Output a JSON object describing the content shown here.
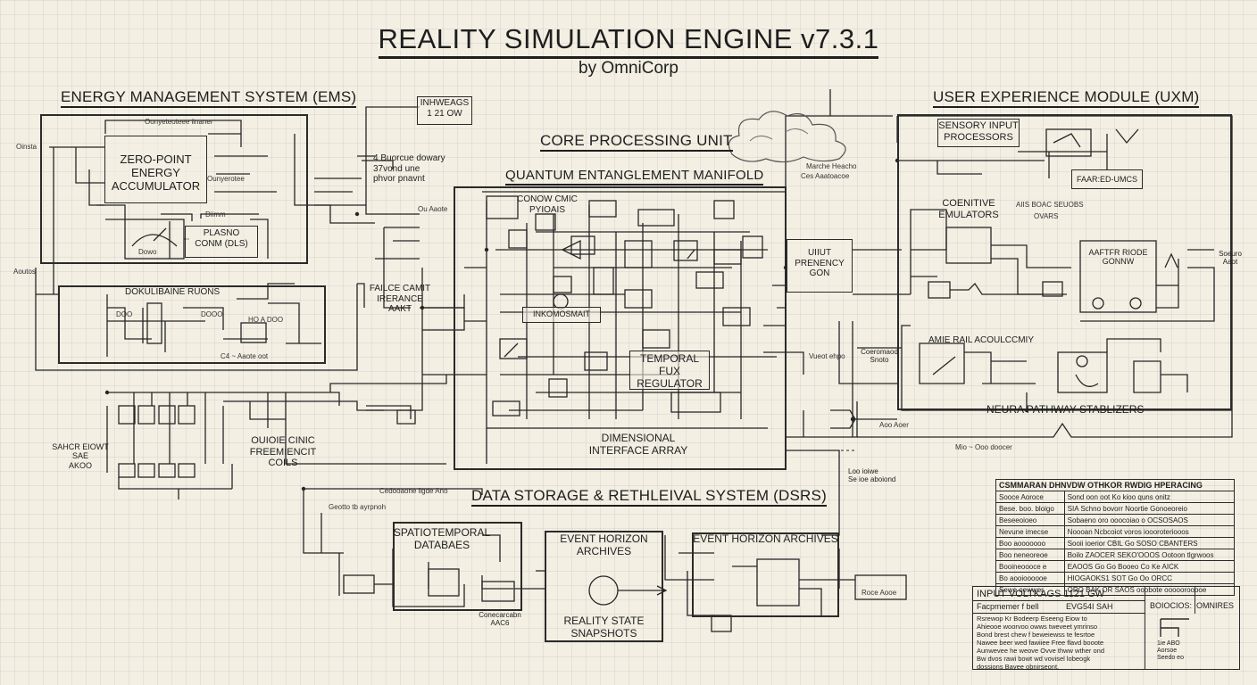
{
  "title": "REALITY SIMULATION ENGINE  v7.3.1",
  "subtitle": "by OmniCorp",
  "sections": {
    "ems": "ENERGY MANAGEMENT SYSTEM (EMS)",
    "uxm": "USER EXPERIENCE MODULE (UXM)",
    "cpu": "CORE PROCESSING UNIT",
    "qem": "QUANTUM ENTANGLEMENT MANIFOLD",
    "dsrs": "DATA STORAGE & RETHLEIVAL SYSTEM (DSRS)"
  },
  "components": {
    "zero_point": "ZERO-POINT\nENERGY\nACCUMULATOR",
    "plasma": "PLASNO\nCONM (DLS)",
    "input_voltage_box": "INHWEAGS\n1 21 OW",
    "input_note": "4 Buorcue dowary\n37vond une\nphvor pnavnt",
    "distribution": "DOKULIBAINE RUONS",
    "failsafe": "FAILCE CAMIT\nIRERANCE\nAAKT",
    "quantum_coils": "OUIOIE CINIC\nFREEMIENCIT\nCOILS",
    "shield_label": "SAHCR EIOWT\nSAE\nAKOO",
    "conv_photons": "CONOW CMIC\nPYIOAIS",
    "flux_comp": "INKOMOSMAIT",
    "temporal_flux": "TEMPORAL\nFUX\nREGULATOR",
    "dimensional_array": "DIMENSIONAL\nINTERFACE ARRAY",
    "input_frequency": "UIIUT\nPRENENCY\nGON",
    "sensory_input": "SENSORY INPUT\nPROCESSORS",
    "fabricated_unit": "FAAR:ED-UMCS",
    "cognitive_emulators": "COENITIVE\nEMULATORS",
    "cognitive_note": "AIIS BOAC SEUOBS",
    "cognitive_ovars": "OVARS",
    "audio_node": "AAFTFR RIODE\nGONNW",
    "ambient_assembly": "AMIE RAIL ACOULCCMIY",
    "neural_stabilizers": "NEURA PATHWAY STABLIZERS",
    "spatiotemporal_db": "SPATIOTEMPORAL\nDATABAES",
    "event_horizon_left": "EVENT HORIZON\nARCHIVES",
    "reality_snapshots": "REALITY STATE\nSNAPSHOTS",
    "event_horizon_right": "EVENT HORIZON ARCHIVES",
    "core_assembly": "Conecarcabn\nAAC6"
  },
  "notes": {
    "oinsta": "Oinsta",
    "ems_top": "Oonyeteoteee iinaner",
    "ems_right": "Ounyerotee",
    "dowo": "Dowo",
    "dimm": "Diimm",
    "doo": "DOO",
    "dooo": "DOOO",
    "ho_a": "HO A DOO",
    "ceo": "C4 ~ Aaote oot",
    "left_side": "Aoutos",
    "cpu_left": "Ou  Aaote",
    "cpu_right": "Marche Heacho",
    "cpu_right_2": "Ces Aaatoacoe",
    "dsrs_note": "Geotto  tb ayrpnoh",
    "dsrs_note2": "Cedooaone  iigde Ano",
    "right_note": "Soeuro\nAaot",
    "ambient_note": "Coeromaod\nSnoto",
    "lower_note": "Loo  ioiwe\nSe  ioe aboiond",
    "mod_note": "Aoo  Aoer",
    "cable_note": "Mio ~ Ooo  doocer",
    "wiring_note": "Vueot  ehpo",
    "output_note": "Roce Aooe"
  },
  "spec_table": {
    "header": "CSMMARAN  DHNVDW OTHKOR RWDIG HPERACING",
    "rows": [
      [
        "Sooce Aoroce",
        "Sond oon oot Ko kioo quns onitz"
      ],
      [
        "Bese. boo. bloigo",
        "SIA Schno bovorr Noortie Gonoeoreio"
      ],
      [
        "Beseeoioeo",
        "Sobaeno oro ooocoiao o OCSOSAOS"
      ],
      [
        "Nevune imecse",
        "Noooan  Ncbcoiot voros ioooroteriooos"
      ],
      [
        "Boo aooooooo",
        "Sooii ioerior  CBIL Go SOSO CBANTERS"
      ],
      [
        "Boo neneoreoe",
        "Boilo ZAOCER SEKO'OOOS Ootoon tlgrwoos"
      ],
      [
        "Booineoooce e",
        "EAOOS  Go  Go  Booeo Co Ke AICK"
      ],
      [
        "Bo  aooioooooe",
        "HIOGAOKS1 SOT Go Oo ORCC"
      ],
      [
        "Sewe  oewwer",
        "ORO BAK OR SAOS ooobote  ooooorooooe"
      ]
    ]
  },
  "title_block": {
    "input_voltage": "INPUT VOLTKAGS  1121 GW",
    "row2_left": "Facpmemer  f bell",
    "row2_right": "EVG54I SAH",
    "body": "Rsrewop Kr Bodeerp Eseeng Eiow to\nAhieooe woorvoo owws tweveet ymrinso\nBond brest chew f beweiewss te fesrtoe\nNawee beer wed fawiiee Free flavd booote\nAunwevee he weove Ovve thww wther ond\nBw dvos rawi bowt wd vovisel lobeogk\ndossions Bavee obnirseont.",
    "code": "BOIOCIOS:",
    "company": "OMNIRES",
    "stamp": "1ie  ABO\nAorsoe\nSeedo eo"
  }
}
